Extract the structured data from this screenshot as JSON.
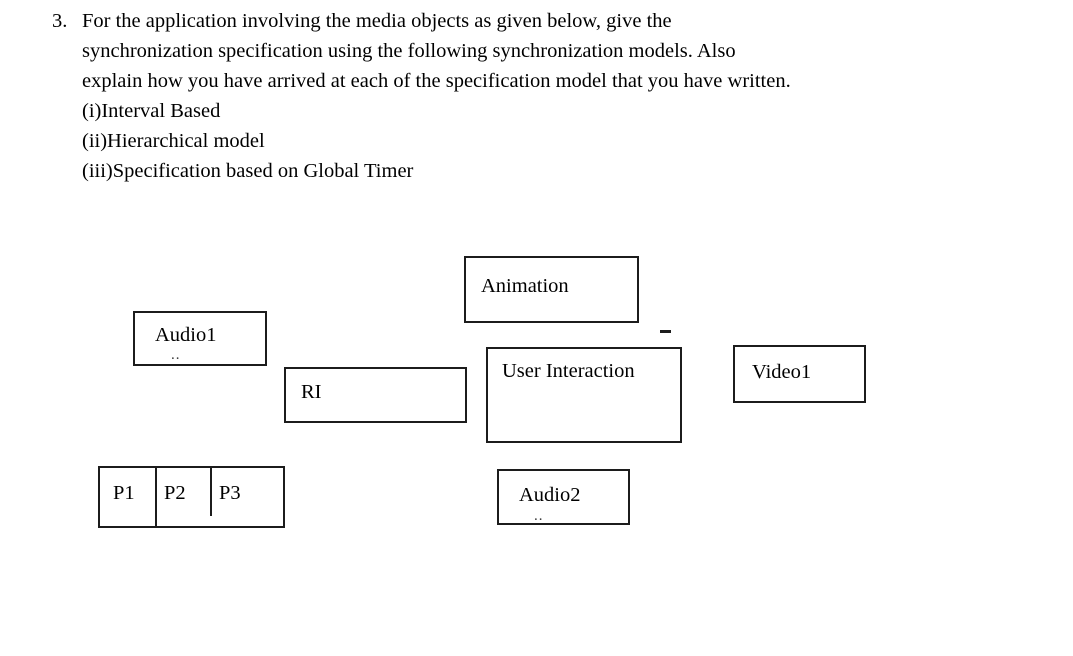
{
  "question": {
    "number": "3.",
    "lines": [
      "For the application involving the media objects as given below, give the",
      "synchronization specification using the following synchronization models. Also",
      "explain how you have arrived at each of the specification model that you have written.",
      "(i)Interval Based",
      "(ii)Hierarchical model",
      "(iii)Specification based on Global Timer"
    ]
  },
  "diagram": {
    "nodes": {
      "audio1": "Audio1",
      "ri": "RI",
      "animation": "Animation",
      "user_interaction": "User Interaction",
      "video1": "Video1",
      "audio2": "Audio2"
    },
    "process_group": {
      "segments": [
        "P1",
        "P2",
        "P3"
      ]
    },
    "artifacts": {
      "audio1_dots": "..",
      "audio2_dots": ".."
    },
    "colors": {
      "stroke": "#1c1c1c",
      "fill": "#ffffff",
      "text": "#000000"
    }
  }
}
